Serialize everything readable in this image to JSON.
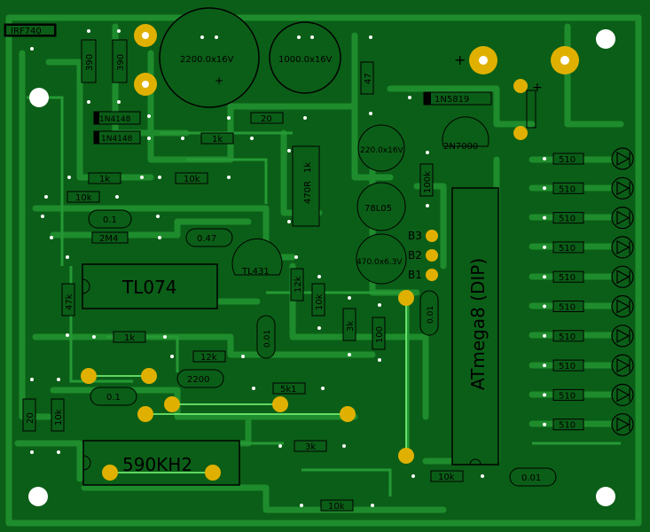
{
  "board": {
    "colors": {
      "substrate": "#0b5e17",
      "copper": "#1d8a2b",
      "copper_edge": "#2aa63a",
      "pad": "#e0b000",
      "hole": "#ffffff",
      "silk": "#000000",
      "jumper": "#7cff7c"
    },
    "labels": {
      "irf": "IRF740",
      "cap_2200": "2200.0x16V",
      "cap_1000": "1000.0x16V",
      "r_390a": "390",
      "r_390b": "390",
      "d_1n4148a": "1N4148",
      "d_1n4148b": "1N4148",
      "r_20a": "20",
      "r_1ka": "1k",
      "r_47": "47",
      "d_1n5819": "1N5819",
      "cap_220": "220.0x16V",
      "q_2n7000": "2N7000",
      "r_1kb": "1k",
      "r_10ka": "10k",
      "r_10kb": "10k",
      "r_100k": "100k",
      "trim_470": "470R",
      "trim_1k": "1k",
      "reg_78l05": "78L05",
      "c_01a": "0.1",
      "r_2m4": "2M4",
      "c_047": "0.47",
      "cap_470": "470.0x6.3V",
      "b3": "B3",
      "b2": "B2",
      "b1": "B1",
      "ic_tl074": "TL074",
      "ref_tl431": "TL431",
      "r_12ka": "12k",
      "r_10kc": "10k",
      "r_3ka": "3k",
      "r_100": "100",
      "c_001a": "0.01",
      "mcu": "ATmega8 (DIP)",
      "r_47k": "47k",
      "r_1kc": "1k",
      "c_001b": "0.01",
      "r_12kb": "12k",
      "c_2200": "2200",
      "c_01b": "0.1",
      "r_5k1": "5k1",
      "r_20b": "20",
      "r_10kd": "10k",
      "ic_590": "590KH2",
      "r_3kb": "3k",
      "r_10ke": "10k",
      "c_001c": "0.01",
      "r_10kf": "10k",
      "led_r": "510",
      "plus_a": "+",
      "plus_b": "+",
      "plus_c": "+"
    }
  }
}
